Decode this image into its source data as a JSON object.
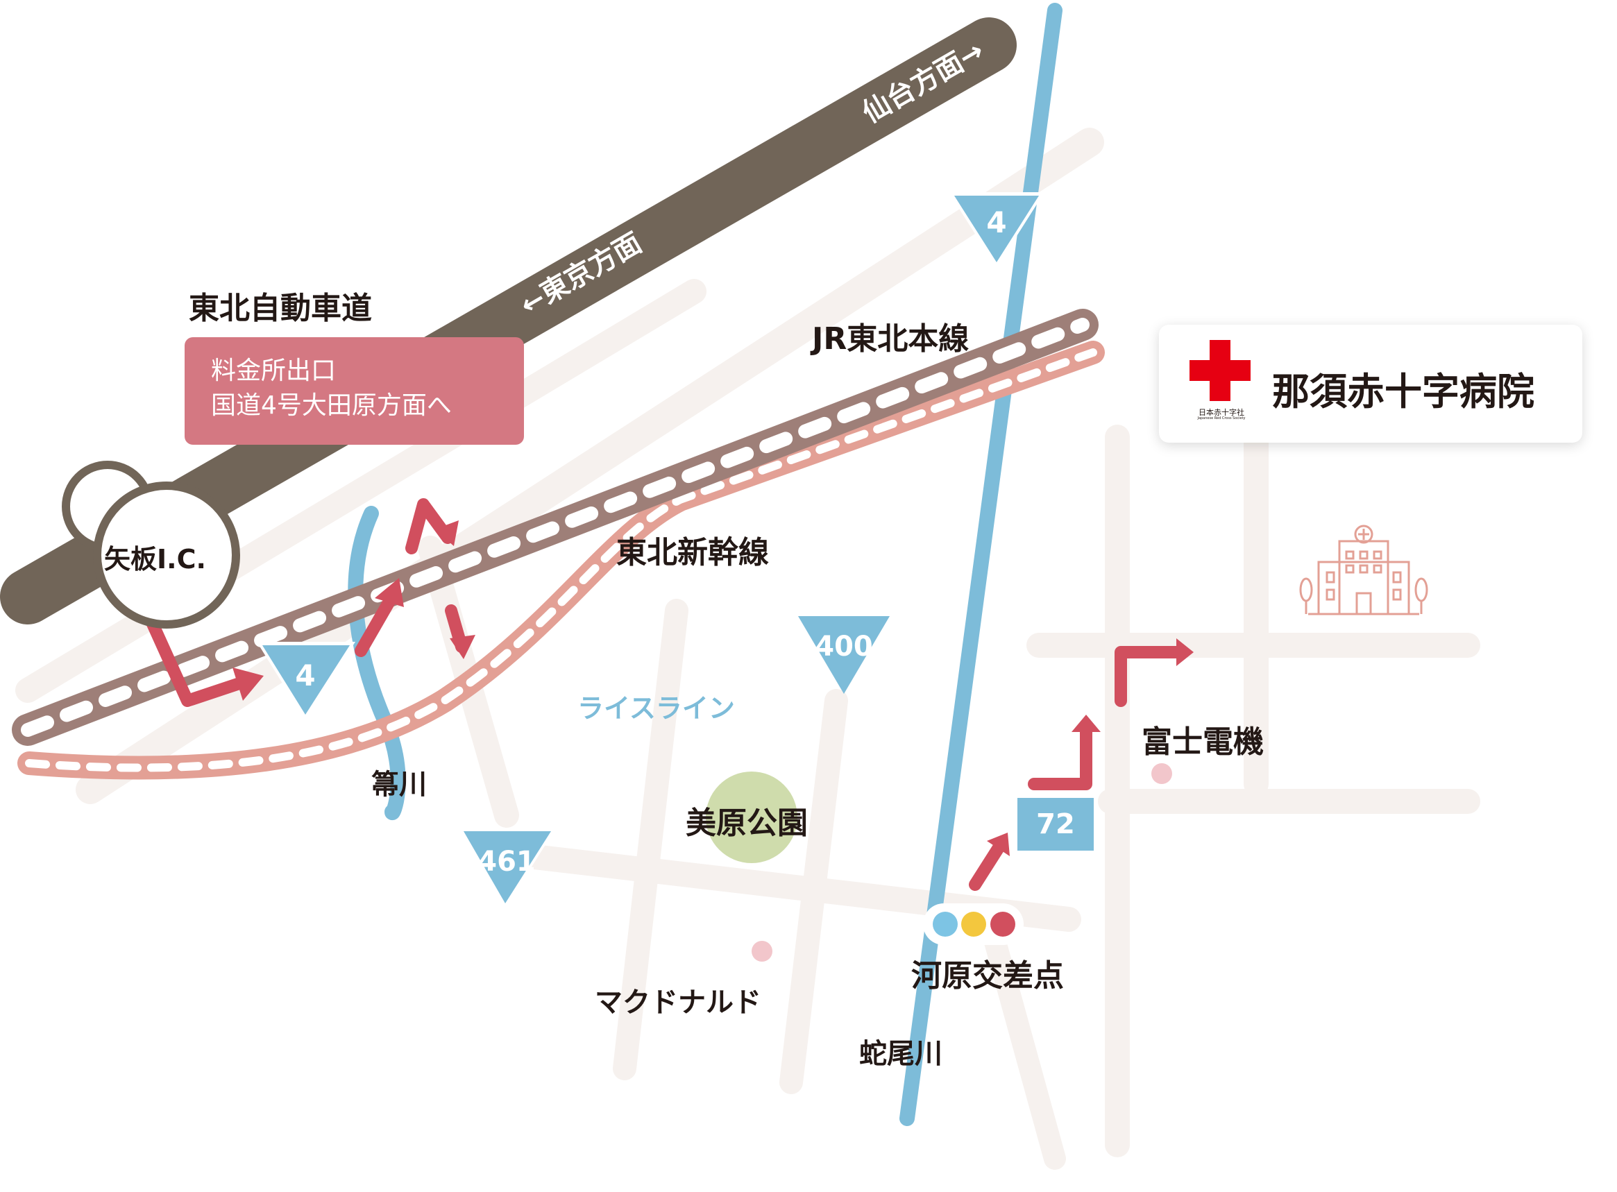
{
  "title": {
    "expressway": "東北自動車道",
    "jr_line": "JR東北本線",
    "shinkansen": "東北新幹線",
    "rice_line": "ライスライン",
    "river_hoki": "箒川",
    "river_jabi": "蛇尾川",
    "park": "美原公園",
    "intersection": "河原交差点",
    "fuji": "富士電機",
    "mcdonalds": "マクドナルド"
  },
  "expressway_directions": {
    "tokyo": "←東京方面",
    "sendai": "仙台方面→"
  },
  "exit_note": {
    "line1": "料金所出口",
    "line2": "国道4号大田原方面へ"
  },
  "interchange": {
    "name": "矢板I.C."
  },
  "hospital": {
    "name": "那須赤十字病院",
    "logo_text": "日本赤十字社",
    "logo_subtext": "Japanese Red Cross Society"
  },
  "route_markers": {
    "r4_north": "4",
    "r4_west": "4",
    "r400": "400",
    "r461": "461",
    "r72": "72"
  },
  "colors": {
    "expressway": "#716558",
    "jr_line": "#9e7f78",
    "shinkansen": "#e3a095",
    "route_arrow": "#d14f5e",
    "river": "#7dbcd9",
    "road": "#f6f1ee",
    "exit_box": "#d47882",
    "park": "#cfdcac"
  },
  "icons": {
    "hospital": "hospital-building-icon",
    "traffic_light": "traffic-light-icon",
    "red_cross": "red-cross-logo-icon"
  }
}
